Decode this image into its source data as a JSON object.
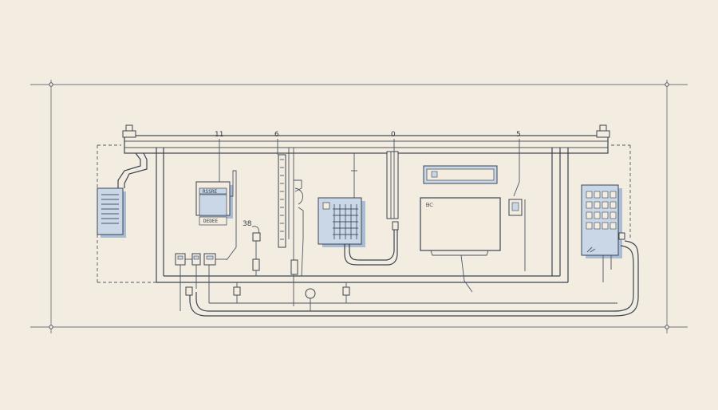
{
  "labels": {
    "top_11": "11",
    "top_6": "6",
    "top_0": "0",
    "top_5": "5",
    "side_38": "38",
    "left_box_top": "RSSRE",
    "left_box_bottom": "DEDEE",
    "center_tag": "ᗷᑢ"
  },
  "colors": {
    "background": "#f3ece0",
    "line": "#3a4555",
    "device_fill": "#c9d7e6",
    "device_shadow": "#a9bcd3",
    "panel_fill": "#f4ecdf"
  }
}
